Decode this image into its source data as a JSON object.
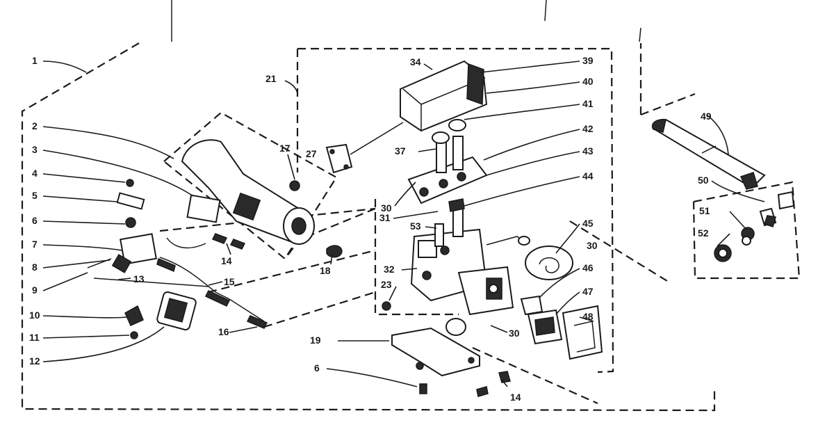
{
  "diagram": {
    "part_labels": {
      "l1": "1",
      "l2": "2",
      "l3": "3",
      "l4": "4",
      "l5": "5",
      "l6": "6",
      "l7": "7",
      "l8": "8",
      "l9": "9",
      "l10": "10",
      "l11": "11",
      "l12": "12",
      "l13": "13",
      "l14a": "14",
      "l14b": "14",
      "l15": "15",
      "l16": "16",
      "l17": "17",
      "l18": "18",
      "l19": "19",
      "l6b": "6",
      "l21": "21",
      "l23": "23",
      "l27": "27",
      "l30a": "30",
      "l30b": "30",
      "l30c": "30",
      "l30d": "30",
      "l31": "31",
      "l32": "32",
      "l34": "34",
      "l37": "37",
      "l39": "39",
      "l40": "40",
      "l41": "41",
      "l42": "42",
      "l43": "43",
      "l44": "44",
      "l45": "45",
      "l46": "46",
      "l47": "47",
      "l48": "48",
      "l49": "49",
      "l50": "50",
      "l51": "51",
      "l52": "52",
      "l53": "53"
    }
  }
}
